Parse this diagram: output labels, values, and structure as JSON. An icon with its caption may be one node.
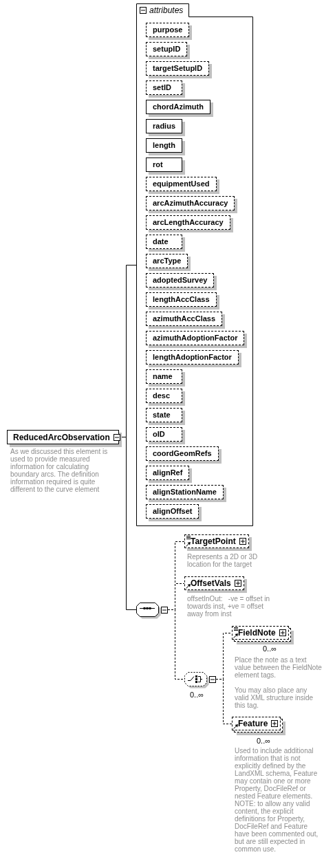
{
  "diagram": {
    "nodes": [
      {
        "text": [
          "ReducedArcObservation"
        ],
        "beside": [
          "As we discussed this element is used to provide measured information for calculating boundary arcs. The definition information required is quite different to the curve element"
        ]
      },
      {
        "text": [
          "attributes"
        ]
      },
      {
        "text": [
          "purpose"
        ],
        "in": 1
      },
      {
        "text": [
          "setupID"
        ],
        "in": 1
      },
      {
        "text": [
          "targetSetupID"
        ],
        "in": 1
      },
      {
        "text": [
          "setID"
        ],
        "in": 1
      },
      {
        "text": [
          "chordAzimuth"
        ],
        "in": 1
      },
      {
        "text": [
          "radius"
        ],
        "in": 1
      },
      {
        "text": [
          "length"
        ],
        "in": 1
      },
      {
        "text": [
          "rot"
        ],
        "in": 1
      },
      {
        "text": [
          "equipmentUsed"
        ],
        "in": 1
      },
      {
        "text": [
          "arcAzimuthAccuracy"
        ],
        "in": 1
      },
      {
        "text": [
          "arcLengthAccuracy"
        ],
        "in": 1
      },
      {
        "text": [
          "date"
        ],
        "in": 1
      },
      {
        "text": [
          "arcType"
        ],
        "in": 1
      },
      {
        "text": [
          "adoptedSurvey"
        ],
        "in": 1
      },
      {
        "text": [
          "lengthAccClass"
        ],
        "in": 1
      },
      {
        "text": [
          "azimuthAccClass"
        ],
        "in": 1
      },
      {
        "text": [
          "azimuthAdoptionFactor"
        ],
        "in": 1
      },
      {
        "text": [
          "lengthAdoptionFactor"
        ],
        "in": 1
      },
      {
        "text": [
          "name"
        ],
        "in": 1
      },
      {
        "text": [
          "desc"
        ],
        "in": 1
      },
      {
        "text": [
          "state"
        ],
        "in": 1
      },
      {
        "text": [
          "oID"
        ],
        "in": 1
      },
      {
        "text": [
          "coordGeomRefs"
        ],
        "in": 1
      },
      {
        "text": [
          "alignRef"
        ],
        "in": 1
      },
      {
        "text": [
          "alignStationName"
        ],
        "in": 1
      },
      {
        "text": [
          "alignOffset"
        ],
        "in": 1
      },
      {
        "text": [],
        "shape": "octagon"
      },
      {
        "text": [
          "TargetPoint"
        ],
        "beside": [
          "Represents a 2D or 3D location for the target"
        ]
      },
      {
        "text": [
          "OffsetVals"
        ],
        "beside": [
          "offsetInOut:   -ve = offset in towards inst, +ve = offset away from inst"
        ]
      },
      {
        "text": [],
        "shape": "octagon",
        "beside": [
          "0..∞"
        ]
      },
      {
        "text": [
          "FieldNote"
        ],
        "beside": [
          "0..∞",
          "Place the note as a text value between the FieldNote element tags.",
          "You may also place any valid XML structure inside this tag."
        ]
      },
      {
        "text": [
          "Feature"
        ],
        "beside": [
          "0..∞",
          "Used to include additional information that is not explicitly defined by the LandXML schema, Feature may contain one or more Property, DocFileRef or nested Feature elements. NOTE: to allow any valid content, the explicit definitions for Property, DocFileRef and Feature have been commented out, but are still expected in common use."
        ]
      }
    ],
    "edges": [
      {
        "from": 0,
        "to": 1,
        "arrow": "none"
      },
      {
        "from": 0,
        "to": 28,
        "arrow": "none"
      },
      {
        "from": 28,
        "to": 29,
        "arrow": "none",
        "style": "dashed"
      },
      {
        "from": 28,
        "to": 30,
        "arrow": "none",
        "style": "dashed"
      },
      {
        "from": 28,
        "to": 31,
        "arrow": "none",
        "style": "dashed"
      },
      {
        "from": 31,
        "to": 32,
        "arrow": "none",
        "style": "dashed"
      },
      {
        "from": 31,
        "to": 33,
        "arrow": "none",
        "style": "dashed"
      }
    ]
  }
}
